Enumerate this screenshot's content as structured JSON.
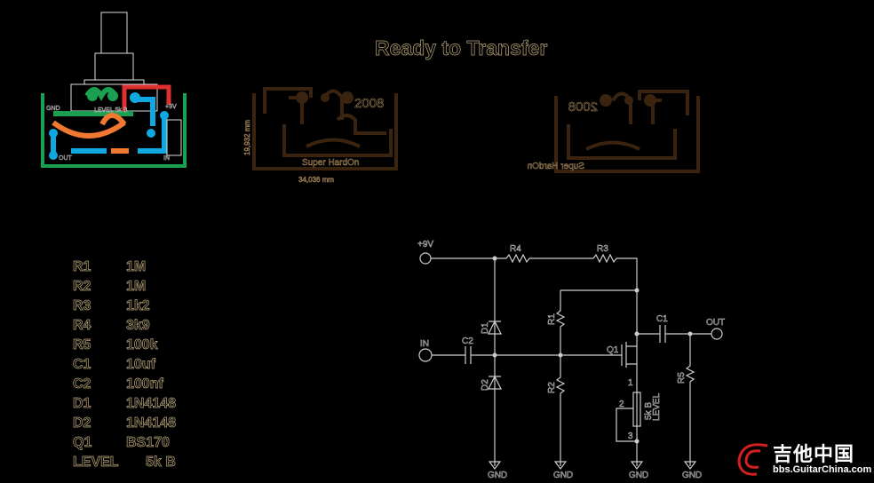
{
  "title": "Ready to Transfer",
  "pcb_overlay": {
    "labels": {
      "gnd": "GND",
      "level": "LEVEL 5k B",
      "vcc": "+9V",
      "out": "OUT",
      "in": "IN"
    }
  },
  "pcb_copper": {
    "year": "2008",
    "name": "Super HardOn",
    "width": "34,036 mm",
    "height": "19,932 mm"
  },
  "pcb_mirrored": {
    "year": "2008",
    "name": "Super HardOn"
  },
  "parts": [
    {
      "ref": "R1",
      "value": "1M"
    },
    {
      "ref": "R2",
      "value": "1M"
    },
    {
      "ref": "R3",
      "value": "1k2"
    },
    {
      "ref": "R4",
      "value": "3k9"
    },
    {
      "ref": "R5",
      "value": "100k"
    },
    {
      "ref": "C1",
      "value": "10uf"
    },
    {
      "ref": "C2",
      "value": "100nf"
    },
    {
      "ref": "D1",
      "value": "1N4148"
    },
    {
      "ref": "D2",
      "value": "1N4148"
    },
    {
      "ref": "Q1",
      "value": "BS170"
    },
    {
      "ref": "LEVEL",
      "value": "5k B"
    }
  ],
  "schematic": {
    "vcc": "+9V",
    "in": "IN",
    "out": "OUT",
    "gnd": "GND",
    "r1": "R1",
    "r2": "R2",
    "r3": "R3",
    "r4": "R4",
    "r5": "R5",
    "c1": "C1",
    "c2": "C2",
    "d1": "D1",
    "d2": "D2",
    "q1": "Q1",
    "pot": "LEVEL",
    "pot_value": "5k B",
    "pin1": "1",
    "pin2": "2",
    "pin3": "3"
  },
  "watermark": {
    "cn": "吉他中国",
    "url": "bbs.GuitarChina.com"
  },
  "colors": {
    "trace": "#3a2410",
    "text_outline": "#b8a57a",
    "green": "#1aa050",
    "red": "#e03030",
    "blue": "#10a8e0",
    "orange": "#f07830"
  }
}
